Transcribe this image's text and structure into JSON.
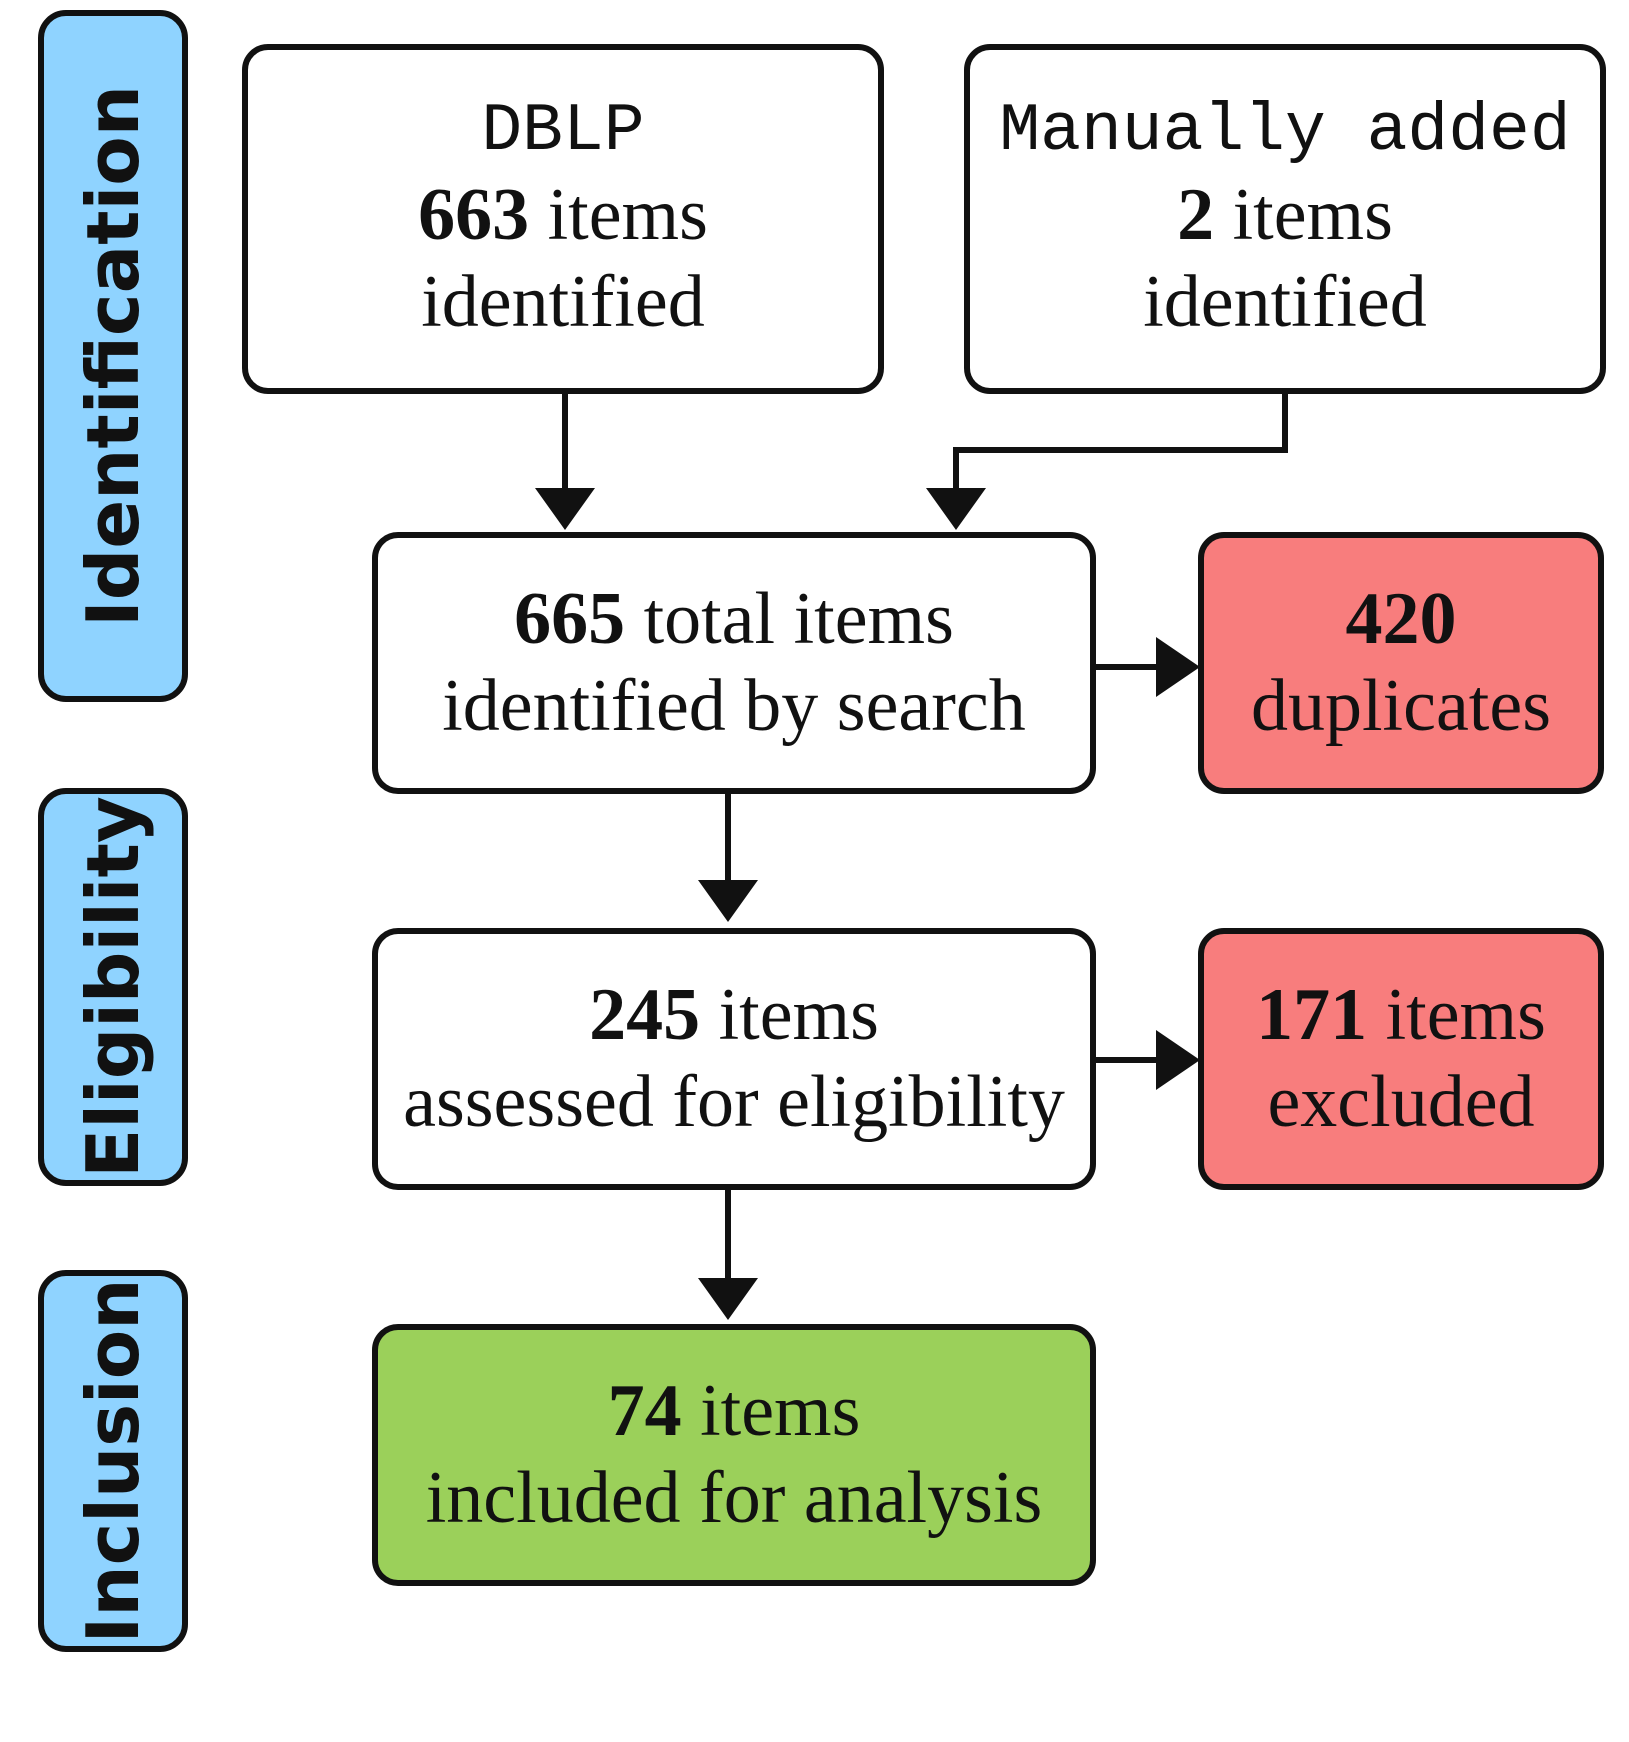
{
  "phases": {
    "identification": "Identification",
    "eligibility": "Eligibility",
    "inclusion": "Inclusion"
  },
  "boxes": {
    "dblp": {
      "source": "DBLP",
      "count": "663",
      "unit": " items",
      "note": "identified"
    },
    "manual": {
      "source": "Manually added",
      "count": "2",
      "unit": " items",
      "note": "identified"
    },
    "total": {
      "count": "665",
      "unit": " total items",
      "note": "identified by search"
    },
    "duplicates": {
      "count": "420",
      "note": "duplicates"
    },
    "eligibility": {
      "count": "245",
      "unit": " items",
      "note": "assessed for eligibility"
    },
    "excluded": {
      "count": "171",
      "unit": " items",
      "note": "excluded"
    },
    "included": {
      "count": "74",
      "unit": " items",
      "note": "included for analysis"
    }
  },
  "colors": {
    "phase": "#8fd3ff",
    "removed": "#f87d7d",
    "included": "#9bd05a",
    "stroke": "#111111"
  }
}
